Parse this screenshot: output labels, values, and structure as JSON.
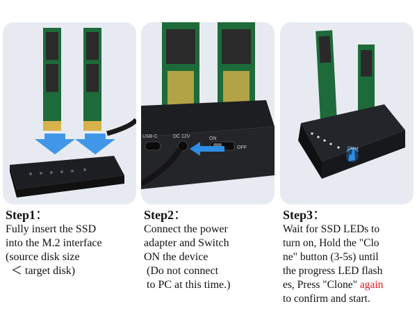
{
  "steps": [
    {
      "title": "Step1",
      "colon": "：",
      "lines": [
        "Fully insert the SSD",
        "into the M.2 interface",
        "(source disk size",
        "＜ target disk)"
      ]
    },
    {
      "title": "Step2",
      "colon": "：",
      "lines": [
        "Connect the power",
        "adapter and Switch",
        "ON the device",
        "(Do not connect",
        "to PC at this time.)"
      ],
      "labels": {
        "usb": "USB-C",
        "dc": "DC 12V",
        "on": "ON",
        "off": "OFF"
      }
    },
    {
      "title": "Step3",
      "colon": "：",
      "lines": [
        "Wait for SSD LEDs to",
        "turn on, Hold the \"Clo",
        "ne\" button (3-5s) until",
        "the progress LED flash"
      ],
      "line5_before": "es, Press \"Clone\" ",
      "line5_red": "again",
      "line6": "to confirm and start.",
      "labels": {
        "clone": "Clone"
      }
    }
  ],
  "colors": {
    "panel_bg": "#e7ebf1",
    "device": "#1c1e22",
    "pcb": "#1d6b3a",
    "gold": "#d8b24a",
    "arrow": "#2d8ee6",
    "accent_red": "#e01818"
  }
}
